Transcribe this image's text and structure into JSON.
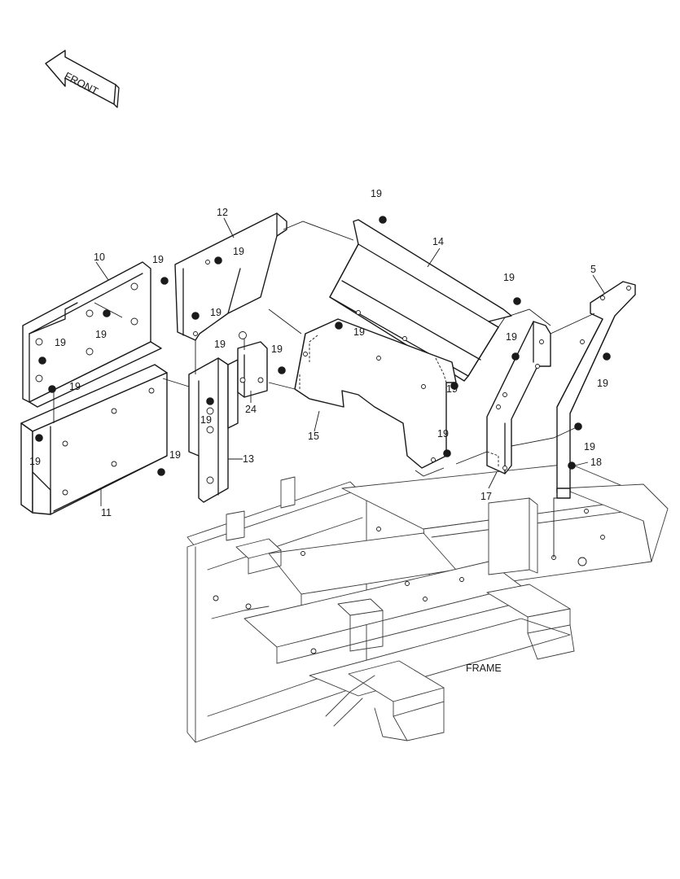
{
  "front_label": "FRONT",
  "frame_label": "FRAME",
  "callouts": {
    "c5": "5",
    "c10": "10",
    "c11": "11",
    "c12": "12",
    "c13": "13",
    "c14": "14",
    "c15": "15",
    "c17": "17",
    "c18": "18",
    "c19": "19",
    "c24": "24"
  }
}
